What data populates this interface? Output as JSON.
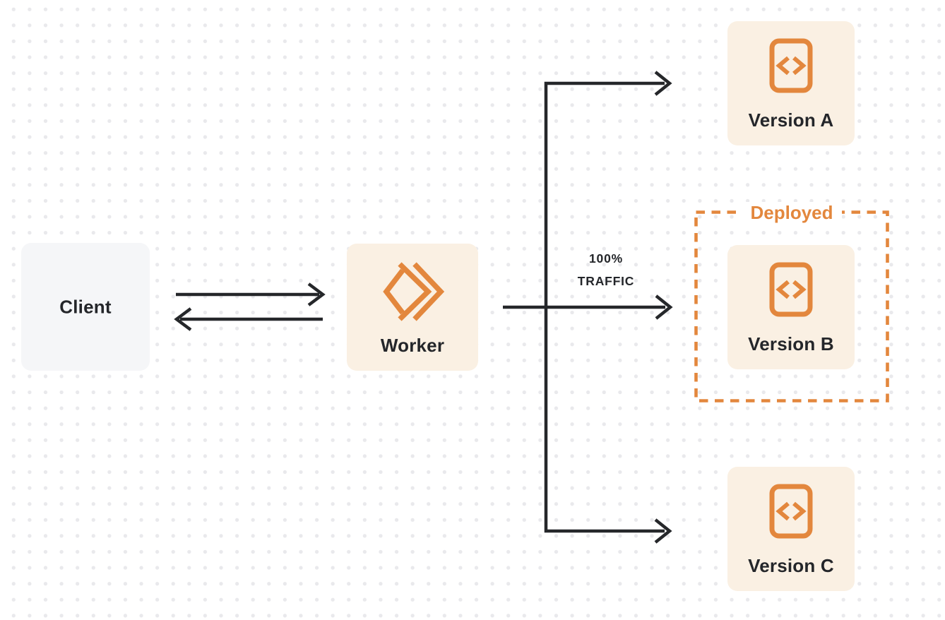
{
  "diagram": {
    "client": {
      "label": "Client"
    },
    "worker": {
      "label": "Worker",
      "icon": "cloudflare-workers-icon"
    },
    "versions": [
      {
        "id": "version-a",
        "label": "Version A",
        "icon": "code-file-icon"
      },
      {
        "id": "version-b",
        "label": "Version B",
        "icon": "code-file-icon",
        "badge": "Deployed"
      },
      {
        "id": "version-c",
        "label": "Version C",
        "icon": "code-file-icon"
      }
    ],
    "deployed_label": "Deployed",
    "traffic_label": {
      "line1": "100%",
      "line2": "TRAFFIC"
    },
    "edges": [
      {
        "from": "client",
        "to": "worker",
        "direction": "bidirectional",
        "label": ""
      },
      {
        "from": "worker",
        "to": "version-a",
        "direction": "forward",
        "label": ""
      },
      {
        "from": "worker",
        "to": "version-b",
        "direction": "forward",
        "label": "100% TRAFFIC"
      },
      {
        "from": "worker",
        "to": "version-c",
        "direction": "forward",
        "label": ""
      }
    ],
    "colors": {
      "background": "#ffffff",
      "dot_grid": "#e9e9ec",
      "client_fill": "#f5f6f8",
      "version_fill": "#faf0e3",
      "orange_accent": "#e3873d",
      "ink": "#25272a"
    }
  }
}
